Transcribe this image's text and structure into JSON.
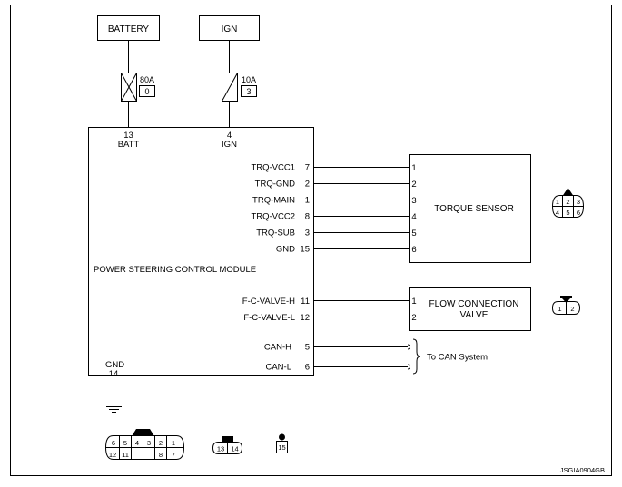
{
  "power": {
    "battery_label": "BATTERY",
    "ign_label": "IGN",
    "fuse_batt_rating": "80A",
    "fuse_batt_number": "0",
    "fuse_ign_rating": "10A",
    "fuse_ign_number": "3",
    "batt_pin": "13",
    "batt_pin_name": "BATT",
    "ign_pin": "4",
    "ign_pin_name": "IGN"
  },
  "module": {
    "name": "POWER STEERING CONTROL MODULE",
    "gnd_name": "GND",
    "gnd_pin": "14"
  },
  "torque_pins": [
    {
      "name": "TRQ-VCC1",
      "num": "7",
      "sensor_pin": "1"
    },
    {
      "name": "TRQ-GND",
      "num": "2",
      "sensor_pin": "2"
    },
    {
      "name": "TRQ-MAIN",
      "num": "1",
      "sensor_pin": "3"
    },
    {
      "name": "TRQ-VCC2",
      "num": "8",
      "sensor_pin": "4"
    },
    {
      "name": "TRQ-SUB",
      "num": "3",
      "sensor_pin": "5"
    },
    {
      "name": "GND",
      "num": "15",
      "sensor_pin": "6"
    }
  ],
  "torque_sensor_label": "TORQUE SENSOR",
  "valve_pins": [
    {
      "name": "F-C-VALVE-H",
      "num": "11",
      "valve_pin": "1"
    },
    {
      "name": "F-C-VALVE-L",
      "num": "12",
      "valve_pin": "2"
    }
  ],
  "valve_label_line1": "FLOW CONNECTION",
  "valve_label_line2": "VALVE",
  "can_pins": [
    {
      "name": "CAN-H",
      "num": "5"
    },
    {
      "name": "CAN-L",
      "num": "6"
    }
  ],
  "can_system_label": "To CAN System",
  "connectors": {
    "torque_sensor_top": [
      "1",
      "2",
      "3"
    ],
    "torque_sensor_bottom": [
      "4",
      "5",
      "6"
    ],
    "valve": [
      "1",
      "2"
    ],
    "module_top": [
      "6",
      "5",
      "4",
      "3",
      "2",
      "1"
    ],
    "module_bottom": [
      "12",
      "11",
      "",
      "",
      "8",
      "7"
    ],
    "gnd_conn": [
      "13",
      "14"
    ],
    "single": "15"
  },
  "drawing_code": "JSGIA0904GB"
}
